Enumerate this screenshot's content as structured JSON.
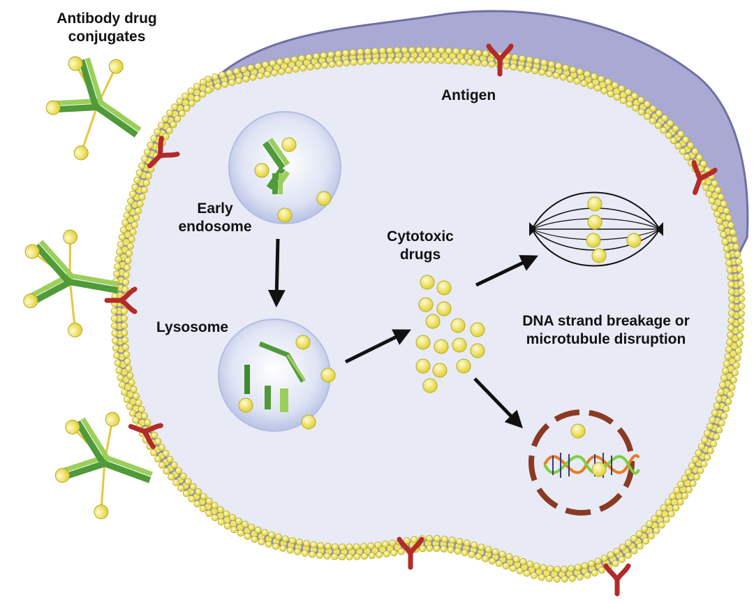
{
  "labels": {
    "adc_line1": "Antibody drug",
    "adc_line2": "conjugates",
    "antigen": "Antigen",
    "early_line1": "Early",
    "early_line2": "endosome",
    "lysosome": "Lysosome",
    "cytotoxic_line1": "Cytotoxic",
    "cytotoxic_line2": "drugs",
    "effect_line1": "DNA strand breakage or",
    "effect_line2": "microtubule disruption"
  },
  "icons": [
    "antibody-drug-conjugate-icon",
    "antigen-receptor-icon",
    "endosome-icon",
    "lysosome-icon",
    "drug-particle-icon",
    "mitotic-spindle-icon",
    "nucleus-dna-icon",
    "arrow-icon"
  ],
  "colors": {
    "cell_interior": "#e6e8f4",
    "cell_outer": "#a7a7d2",
    "membrane_bead": "#f2e86a",
    "membrane_band": "#8d8fb6",
    "antibody_green": "#4f9a3a",
    "antibody_light": "#9bcf5b",
    "antigen_red": "#b32a2a",
    "drug_yellow": "#f2e84e",
    "nucleus_border": "#8a3a22"
  }
}
